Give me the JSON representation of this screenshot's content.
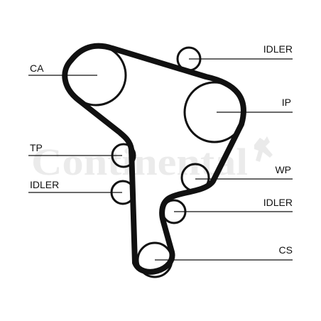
{
  "watermark": {
    "brand": "Continental"
  },
  "labels": {
    "ca": "CA",
    "idler_top": "IDLER",
    "ip": "IP",
    "tp": "TP",
    "wp": "WP",
    "idler_left": "IDLER",
    "idler_right": "IDLER",
    "cs": "CS"
  },
  "colors": {
    "belt": "#111111",
    "watermark": "#dcdcdc"
  }
}
